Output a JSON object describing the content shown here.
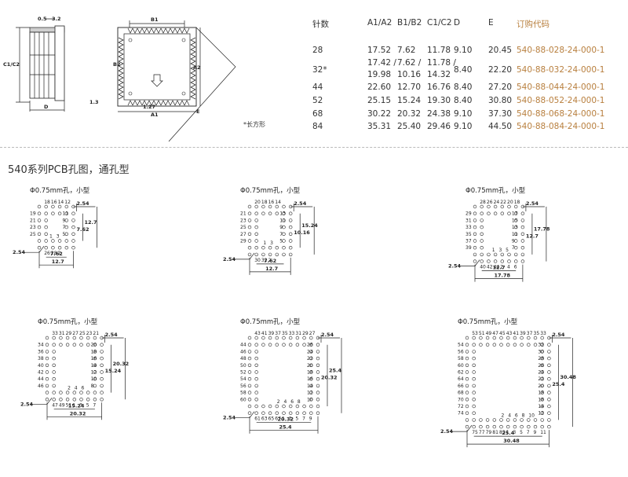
{
  "table": {
    "headers": [
      "针数",
      "A1/A2",
      "B1/B2",
      "C1/C2",
      "D",
      "E",
      "订购代码"
    ],
    "rows": [
      {
        "pins": "28",
        "a": "17.52",
        "b": "7.62",
        "c": "11.78",
        "d": "9.10",
        "e": "20.45",
        "code": "540-88-028-24-000-1"
      },
      {
        "pins": "32*",
        "a": "17.42 /\n19.98",
        "b": "7.62 /\n10.16",
        "c": "11.78 /\n14.32",
        "d": "8.40",
        "e": "22.20",
        "code": "540-88-032-24-000-1"
      },
      {
        "pins": "44",
        "a": "22.60",
        "b": "12.70",
        "c": "16.76",
        "d": "8.40",
        "e": "27.20",
        "code": "540-88-044-24-000-1"
      },
      {
        "pins": "52",
        "a": "25.15",
        "b": "15.24",
        "c": "19.30",
        "d": "8.40",
        "e": "30.80",
        "code": "540-88-052-24-000-1"
      },
      {
        "pins": "68",
        "a": "30.22",
        "b": "20.32",
        "c": "24.38",
        "d": "9.10",
        "e": "37.30",
        "code": "540-88-068-24-000-1"
      },
      {
        "pins": "84",
        "a": "35.31",
        "b": "25.40",
        "c": "29.46",
        "d": "9.10",
        "e": "44.50",
        "code": "540-88-084-24-000-1"
      }
    ]
  },
  "note": "*长方形",
  "section_title": "540系列PCB孔图，通孔型",
  "hole_note": "Φ0.75mm孔，小型",
  "drawing_labels": {
    "side_top_a": "0.5",
    "side_top_b": "3.2",
    "side_c": "C1/C2",
    "side_d": "D",
    "top_b1": "B1",
    "top_b2": "B2",
    "top_a2": "A2",
    "top_a1": "A1",
    "top_127": "1.27",
    "top_13": "1.3",
    "top_e": "E"
  },
  "layouts": [
    {
      "left_pins": [
        "19",
        "21",
        "23",
        "25"
      ],
      "top_pins": [
        "18",
        "16",
        "14",
        "12"
      ],
      "right_pins": [
        "11",
        "9",
        "7",
        "5"
      ],
      "bottom_pins": [
        "26",
        "28",
        "2"
      ],
      "inner_pins": [
        "1",
        "3"
      ],
      "dim_right_a": "2.54",
      "dim_right_b": "12.7",
      "dim_right_c": "7.62",
      "dim_bottom_a": "7.62",
      "dim_bottom_b": "12.7",
      "dim_left": "2.54"
    },
    {
      "left_pins": [
        "21",
        "23",
        "25",
        "27",
        "29"
      ],
      "top_pins": [
        "20",
        "18",
        "16",
        "14"
      ],
      "right_pins": [
        "13",
        "11",
        "9",
        "7",
        "5"
      ],
      "bottom_pins": [
        "30",
        "32",
        "2"
      ],
      "inner_pins": [
        "1",
        "3"
      ],
      "dim_right_a": "2.54",
      "dim_right_b": "15.24",
      "dim_right_c": "10.16",
      "dim_bottom_a": "7.62",
      "dim_bottom_b": "12.7",
      "dim_left": "2.54"
    },
    {
      "left_pins": [
        "29",
        "31",
        "33",
        "35",
        "37",
        "39"
      ],
      "top_pins": [
        "28",
        "26",
        "24",
        "22",
        "20",
        "18"
      ],
      "right_pins": [
        "17",
        "15",
        "13",
        "11",
        "9",
        "7"
      ],
      "bottom_pins": [
        "40",
        "42",
        "44",
        "2",
        "4",
        "6"
      ],
      "inner_pins": [
        "1",
        "3",
        "5"
      ],
      "dim_right_a": "2.54",
      "dim_right_b": "17.78",
      "dim_right_c": "12.7",
      "dim_bottom_a": "12.7",
      "dim_bottom_b": "17.78",
      "dim_left": "2.54"
    },
    {
      "left_pins": [
        "34",
        "36",
        "38",
        "40",
        "42",
        "44",
        "46"
      ],
      "top_pins": [
        "33",
        "31",
        "29",
        "27",
        "25",
        "23",
        "21"
      ],
      "right_pins": [
        "20",
        "18",
        "16",
        "14",
        "12",
        "10",
        "8"
      ],
      "bottom_pins": [
        "47",
        "49",
        "51",
        "1",
        "3",
        "5",
        "7"
      ],
      "inner_pins": [
        "2",
        "4",
        "6"
      ],
      "dim_right_a": "2.54",
      "dim_right_b": "20.32",
      "dim_right_c": "15.24",
      "dim_bottom_a": "15.24",
      "dim_bottom_b": "20.32",
      "dim_left": "2.54"
    },
    {
      "left_pins": [
        "44",
        "46",
        "48",
        "50",
        "52",
        "54",
        "56",
        "58",
        "60"
      ],
      "top_pins": [
        "43",
        "41",
        "39",
        "37",
        "35",
        "33",
        "31",
        "29",
        "27"
      ],
      "right_pins": [
        "26",
        "24",
        "22",
        "20",
        "18",
        "16",
        "14",
        "12",
        "10"
      ],
      "bottom_pins": [
        "61",
        "63",
        "65",
        "67",
        "1",
        "3",
        "5",
        "7",
        "9"
      ],
      "inner_pins": [
        "2",
        "4",
        "6",
        "8"
      ],
      "dim_right_a": "2.54",
      "dim_right_b": "25.4",
      "dim_right_c": "20.32",
      "dim_bottom_a": "20.32",
      "dim_bottom_b": "25.4",
      "dim_left": "2.54"
    },
    {
      "left_pins": [
        "54",
        "56",
        "58",
        "60",
        "62",
        "64",
        "66",
        "68",
        "70",
        "72",
        "74"
      ],
      "top_pins": [
        "53",
        "51",
        "49",
        "47",
        "45",
        "43",
        "41",
        "39",
        "37",
        "35",
        "33"
      ],
      "right_pins": [
        "32",
        "30",
        "28",
        "26",
        "24",
        "22",
        "20",
        "18",
        "16",
        "14",
        "12"
      ],
      "bottom_pins": [
        "75",
        "77",
        "79",
        "81",
        "83",
        "1",
        "3",
        "5",
        "7",
        "9",
        "11"
      ],
      "inner_pins": [
        "2",
        "4",
        "6",
        "8",
        "10"
      ],
      "dim_right_a": "2.54",
      "dim_right_b": "30.48",
      "dim_right_c": "25.4",
      "dim_bottom_a": "25.4",
      "dim_bottom_b": "30.48",
      "dim_left": "2.54"
    }
  ]
}
